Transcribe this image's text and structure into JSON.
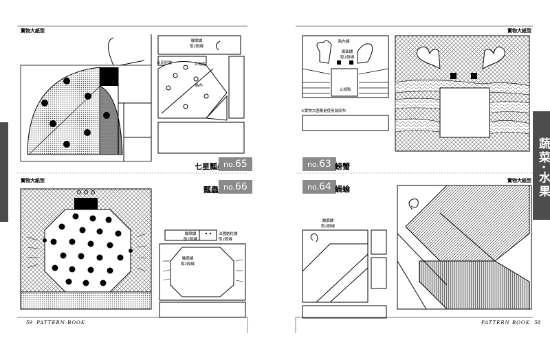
{
  "left_page": {
    "header": "實物大紙型",
    "pattern_top": {
      "title": "七星瓢蟲",
      "no_prefix": "no.",
      "no_num": "65"
    },
    "pattern_bottom": {
      "title": "瓢蟲",
      "no_prefix": "no.",
      "no_num": "66"
    },
    "bottom_header": "實物大紙型",
    "labels": {
      "top_a": "輪廓繡\n取2股線",
      "top_b": "合印記號",
      "top_c": "止縫點",
      "top_d": "貼布",
      "bot_a": "輪廓繡\n取2股線",
      "bot_b": "法國結粒繡\n取2股線",
      "bot_c": "輪廓繡\n取2股線"
    },
    "footer": {
      "page": "59",
      "book": "PATTERN BOOK"
    }
  },
  "right_page": {
    "header": "實物大紙型",
    "pattern_top": {
      "title": "螃蟹",
      "no_prefix": "no.",
      "no_num": "63"
    },
    "pattern_bottom": {
      "title": "蝸蝓",
      "no_prefix": "no.",
      "no_num": "64"
    },
    "bottom_header": "實物大紙型",
    "labels": {
      "top_a": "貼布繡",
      "top_b": "緞面繡\n取2股線",
      "top_c": "止縫點",
      "top_d": "※實物大圖案是使用縫紉布",
      "bot_a": "輪廓繡\n取2股線"
    },
    "footer": {
      "page": "58",
      "book": "PATTERN BOOK"
    },
    "side_tab": "蔬菜·水果"
  },
  "colors": {
    "badge": "#8a8a8a",
    "side_tab": "#4d4d4d"
  }
}
